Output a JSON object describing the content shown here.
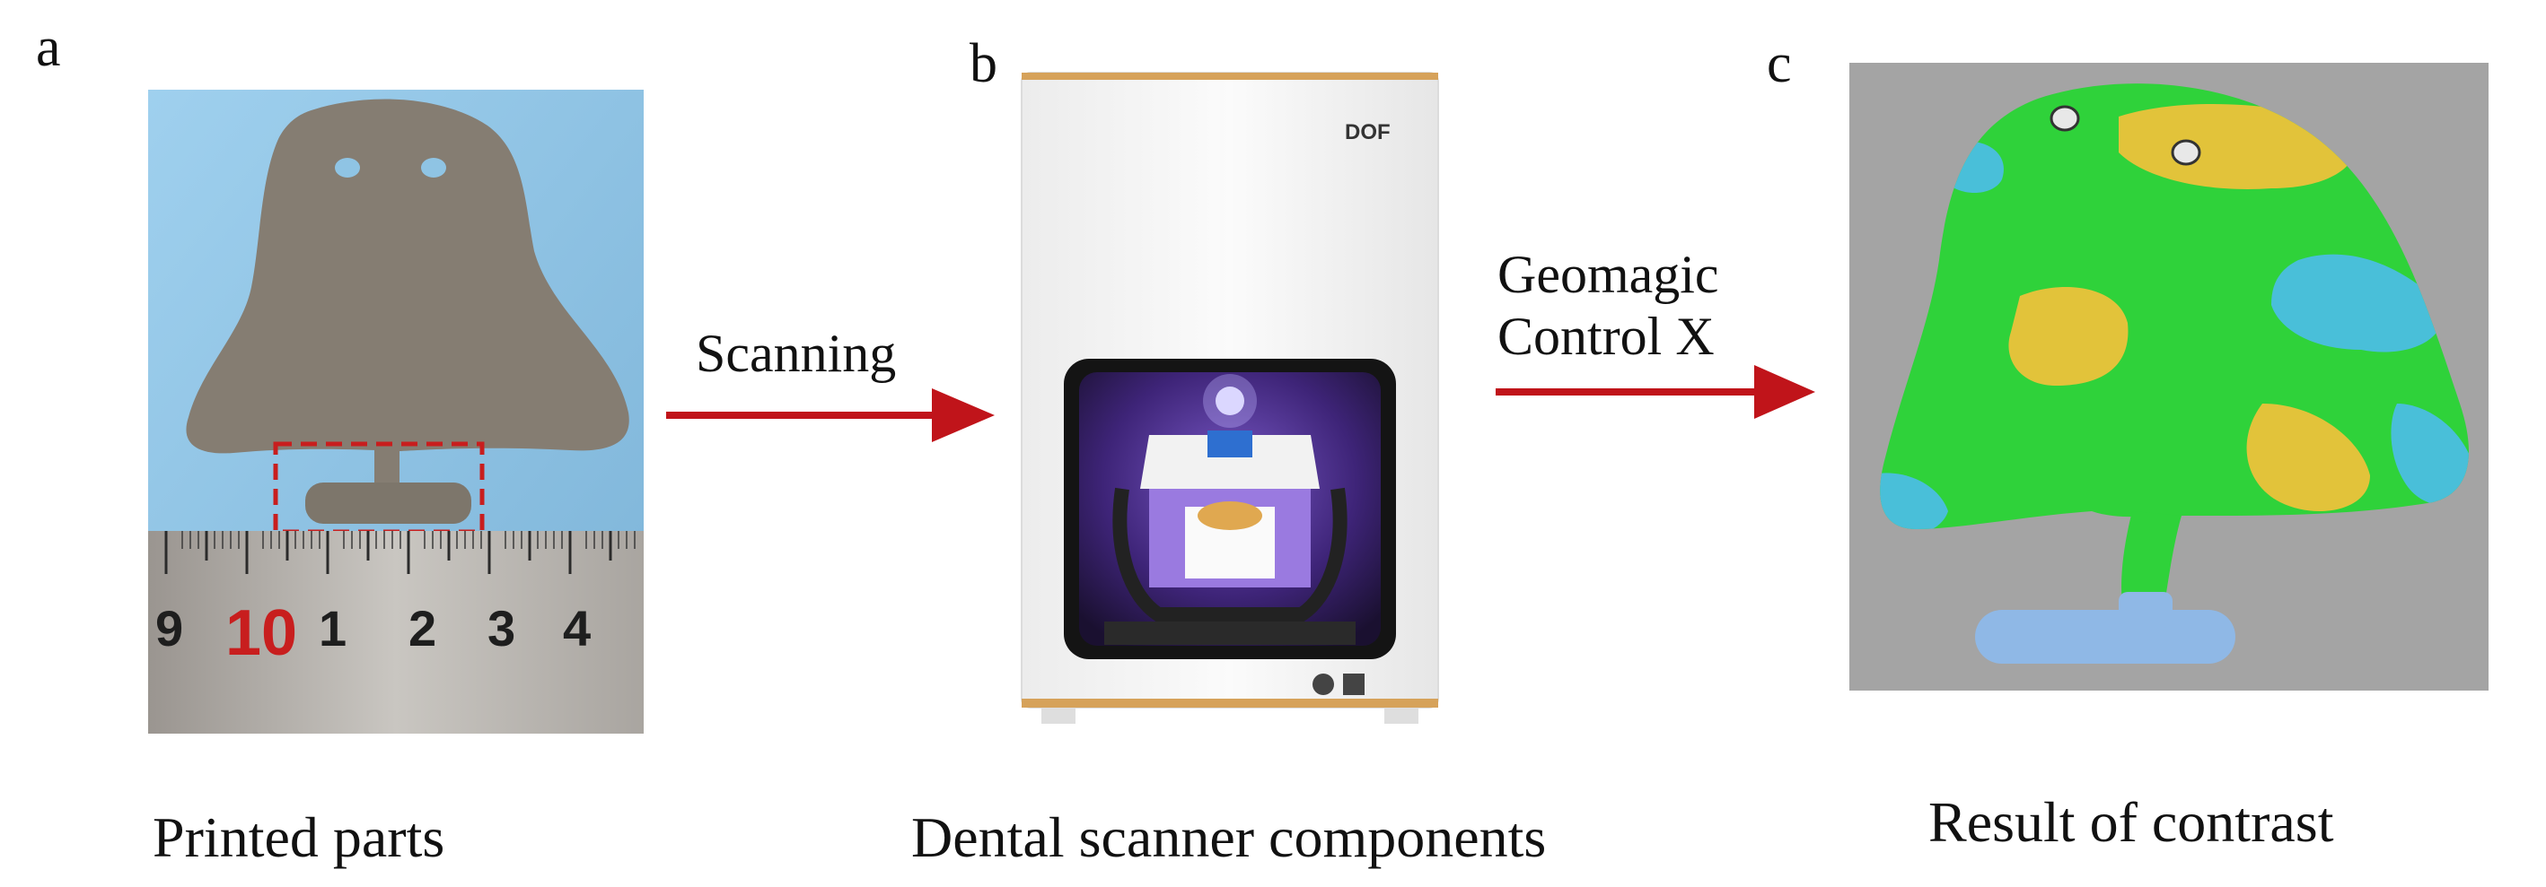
{
  "panels": {
    "a": {
      "letter": "a",
      "caption": "Printed parts",
      "ruler_numbers": [
        "9",
        "10",
        "1",
        "2",
        "3",
        "4"
      ]
    },
    "b": {
      "letter": "b",
      "caption": "Dental scanner components",
      "logo": "DOF"
    },
    "c": {
      "letter": "c",
      "caption": "Result of contrast"
    }
  },
  "arrows": [
    {
      "label_lines": [
        "Scanning"
      ]
    },
    {
      "label_lines": [
        "Geomagic",
        "Control X"
      ]
    }
  ],
  "colors": {
    "arrow": "#c0141a",
    "photo_background": "#8fc4e4",
    "printed_part": "#857d72",
    "ruler_number_highlight": "#c81e1e",
    "render_background": "#a4a4a4",
    "deviation_green": "#2fd23a",
    "deviation_yellow": "#e2c33a",
    "deviation_cyan": "#49bfd9",
    "handle_blue": "#8fb8e6",
    "scanner_body": "#f7f7f7",
    "scanner_trim": "#d6a25a",
    "scanner_chamber": "#5a39a6"
  }
}
